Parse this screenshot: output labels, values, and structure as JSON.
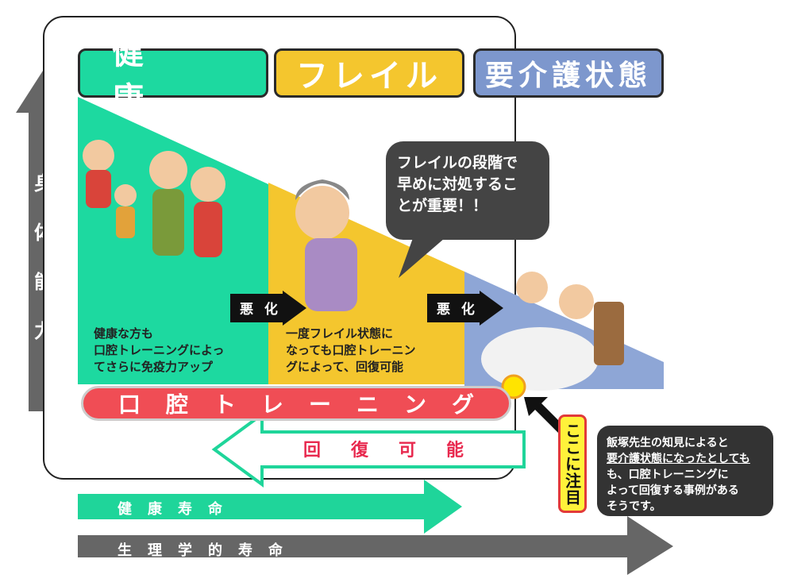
{
  "stages": {
    "healthy": "健　康",
    "frail": "フレイル",
    "care": "要介護状態"
  },
  "colors": {
    "healthy": "#1dd9a0",
    "frail": "#f4c62e",
    "care": "#7d97cd",
    "training": "#f04d55",
    "recover_text": "#e8294e"
  },
  "arrows": {
    "worsen_1": "悪 化",
    "worsen_2": "悪 化"
  },
  "texts": {
    "healthy_desc": [
      "健康な方も",
      "口腔トレーニングによっ",
      "てさらに免疫力アップ"
    ],
    "frail_desc": [
      "一度フレイル状態に",
      "なっても口腔トレーニン",
      "グによって、回復可能"
    ],
    "bubble": [
      "フレイルの段階で",
      "早めに対処するこ",
      "とが重要！！"
    ]
  },
  "training_label": "口腔トレーニング",
  "recover_label": "回復可能",
  "focus_tag": "ここに注目",
  "note": {
    "line1": "飯塚先生の知見によると",
    "line2_underlined": "要介護状態になったとしても",
    "line3": "も、口腔トレーニングに",
    "line4": "よって回復する事例がある",
    "line5": "そうです。"
  },
  "axis_label": [
    "身",
    "体",
    "能",
    "力"
  ],
  "life": {
    "healthy_life": "健康寿命",
    "physiological_life": "生理学的寿命"
  }
}
